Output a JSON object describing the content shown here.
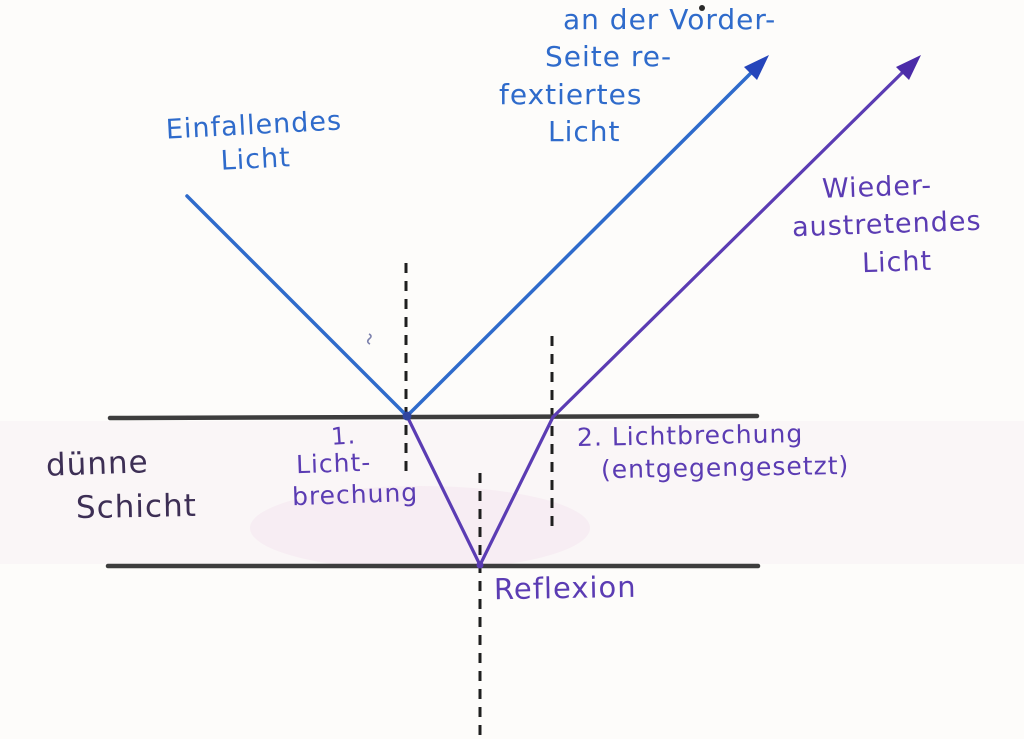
{
  "colors": {
    "blue_ink": "#2f6bcb",
    "purple_ink": "#5b3cb3",
    "dark_ink": "#3d2f55",
    "surface_line": "#3d3d3d",
    "normal_dash": "#1f1f1f",
    "background": "#fdfcfa",
    "layer_tint": "#f8f0f4"
  },
  "labels": {
    "incident": {
      "line1": "Einfallendes",
      "line2": "Licht"
    },
    "front_reflected": {
      "line1": "an der Vorder-",
      "line2": "Seite re-",
      "line3": "fextiertes",
      "line4": "Licht"
    },
    "reexit": {
      "line1": "Wieder-",
      "line2": "austretendes",
      "line3": "Licht"
    },
    "refraction_1": {
      "line1": "1.",
      "line2": "Licht-",
      "line3": "brechung"
    },
    "refraction_2": {
      "line1": "2. Lichtbrechung",
      "line2": "(entgegengesetzt)"
    },
    "thin_layer": {
      "line1": "dünne",
      "line2": "Schicht"
    },
    "internal_reflection": {
      "text": "Reflexion"
    }
  }
}
